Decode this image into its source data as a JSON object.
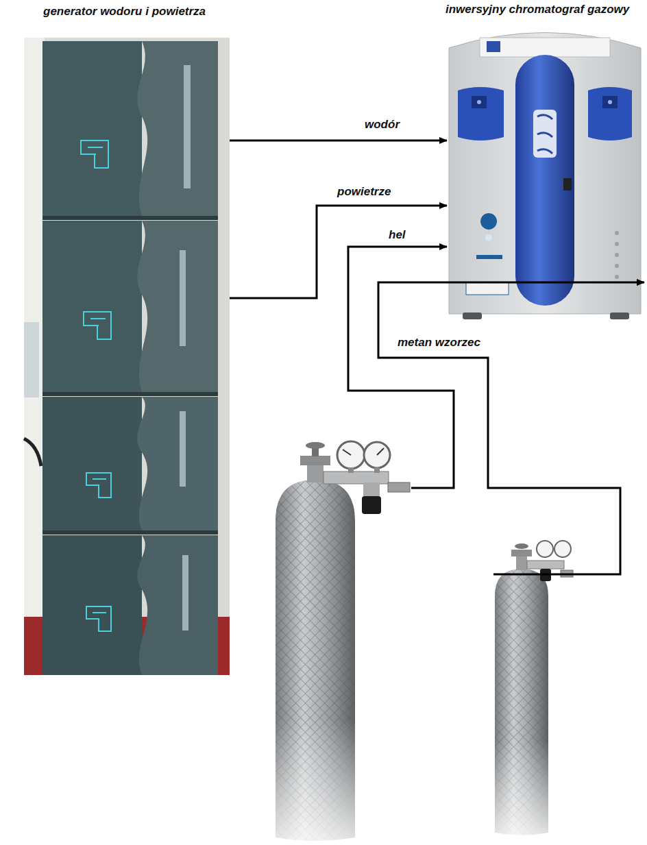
{
  "diagram": {
    "nodes": [
      {
        "text": [
          "generator wodoru i powietrza"
        ]
      },
      {
        "text": [
          "inwersyjny chromatograf gazowy"
        ]
      },
      {
        "text": []
      },
      {
        "text": []
      }
    ],
    "edges": [
      {
        "from": 0,
        "to": 1,
        "arrow": "to",
        "label": "wodór"
      },
      {
        "from": 0,
        "to": 1,
        "arrow": "to",
        "label": "powietrze"
      },
      {
        "from": 2,
        "to": 1,
        "arrow": "to",
        "label": "hel"
      },
      {
        "from": 3,
        "to": 1,
        "arrow": "to",
        "label": "metan wzorzec"
      }
    ]
  }
}
